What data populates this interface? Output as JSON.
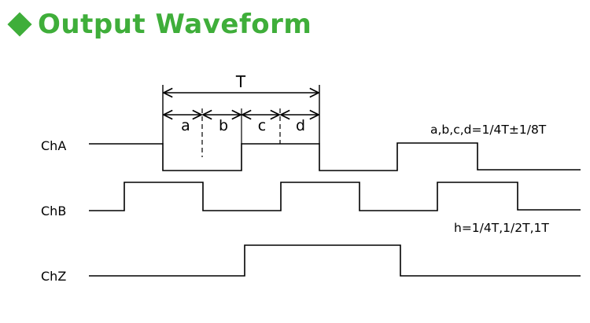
{
  "title": "Output Waveform",
  "colors": {
    "accent": "#3fae3a",
    "line": "#000000"
  },
  "icons": {
    "title_bullet": "diamond-icon"
  },
  "channels": {
    "a": "ChA",
    "b": "ChB",
    "z": "ChZ"
  },
  "period_label": "T",
  "segment_labels": [
    "a",
    "b",
    "c",
    "d"
  ],
  "annotations": {
    "phase": "a,b,c,d=1/4T±1/8T",
    "index": "h=1/4T,1/2T,1T"
  }
}
